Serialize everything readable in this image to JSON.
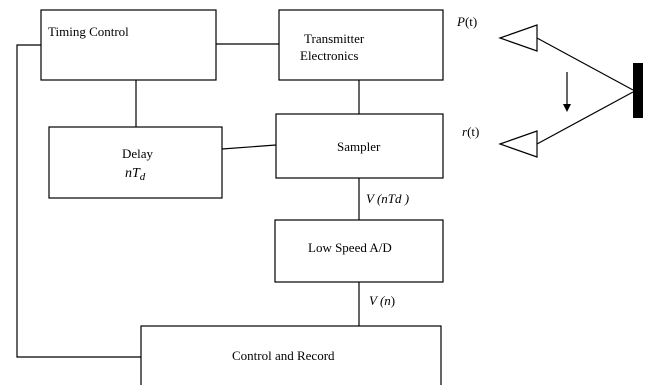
{
  "blocks": {
    "timing_control": "Timing Control",
    "transmitter_line1": "Transmitter",
    "transmitter_line2": "Electronics",
    "delay_line1": "Delay",
    "delay_var": "nT",
    "delay_sub": "d",
    "sampler": "Sampler",
    "adc": "Low Speed A/D",
    "control_record": "Control and Record"
  },
  "signals": {
    "v_ntd": "V (nTd )",
    "v_n_prefix": "V (",
    "v_n_var": "n",
    "v_n_suffix": ")",
    "p_t_var": "P",
    "p_t_arg": "(t)",
    "r_t_var": "r",
    "r_t_arg": "(t)"
  }
}
